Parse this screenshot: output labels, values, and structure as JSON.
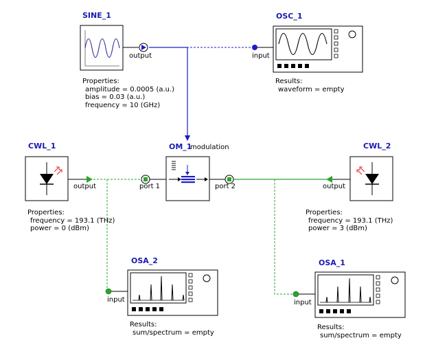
{
  "components": {
    "sine": {
      "title": "SINE_1",
      "port": "output",
      "props_head": "Properties:",
      "props": [
        "amplitude = 0.0005 (a.u.)",
        "bias = 0.03 (a.u.)",
        "frequency = 10 (GHz)"
      ]
    },
    "osc": {
      "title": "OSC_1",
      "port": "input",
      "results_head": "Results:",
      "results": [
        "waveform = empty"
      ]
    },
    "cwl1": {
      "title": "CWL_1",
      "port": "output",
      "props_head": "Properties:",
      "props": [
        "frequency = 193.1 (THz)",
        "power = 0 (dBm)"
      ]
    },
    "om": {
      "title": "OM_1",
      "modulation_label": "modulation",
      "port1": "port 1",
      "port2": "port 2"
    },
    "cwl2": {
      "title": "CWL_2",
      "port": "output",
      "props_head": "Properties:",
      "props": [
        "frequency = 193.1 (THz)",
        "power = 3 (dBm)"
      ]
    },
    "osa2": {
      "title": "OSA_2",
      "port": "input",
      "results_head": "Results:",
      "results": [
        "sum/spectrum = empty"
      ]
    },
    "osa1": {
      "title": "OSA_1",
      "port": "input",
      "results_head": "Results:",
      "results": [
        "sum/spectrum = empty"
      ]
    }
  },
  "colors": {
    "electrical": "#1c1cc8",
    "optical": "#2aa52a",
    "title": "#1a1ab5"
  }
}
